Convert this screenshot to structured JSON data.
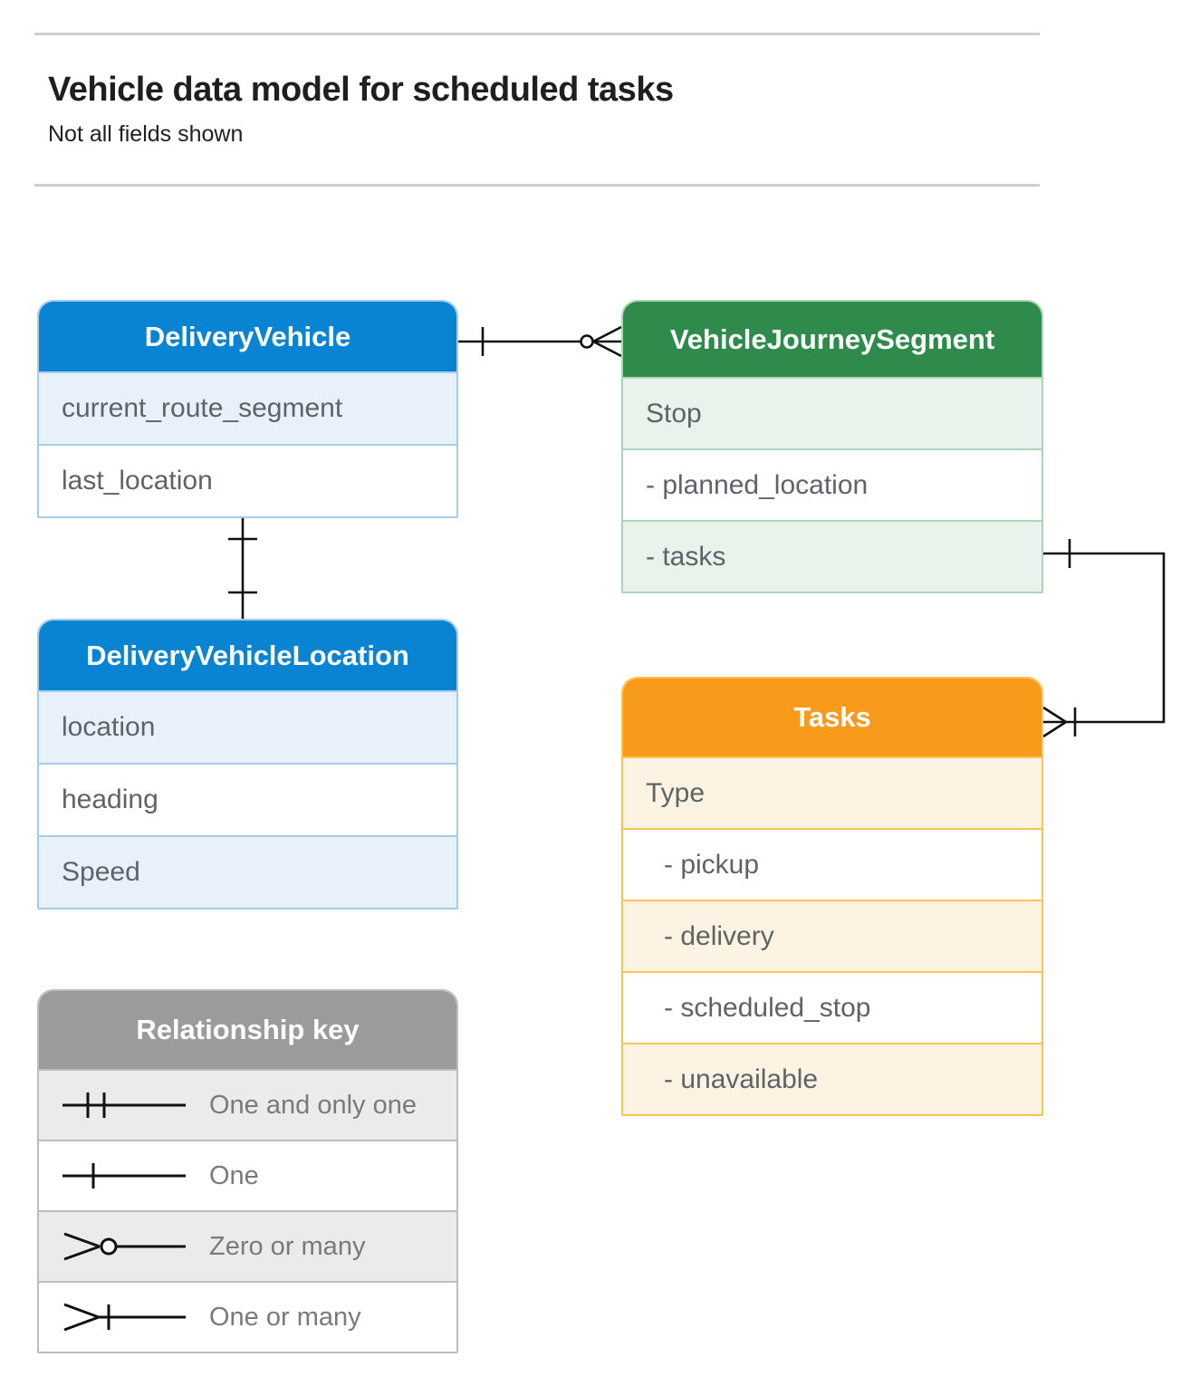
{
  "page": {
    "title": "Vehicle data model for scheduled tasks",
    "subtitle": "Not all fields shown"
  },
  "entities": {
    "delivery_vehicle": {
      "title": "DeliveryVehicle",
      "rows": [
        "current_route_segment",
        "last_location"
      ]
    },
    "vehicle_journey_segment": {
      "title": "VehicleJourneySegment",
      "rows": [
        "Stop",
        "- planned_location",
        "- tasks"
      ]
    },
    "delivery_vehicle_location": {
      "title": "DeliveryVehicleLocation",
      "rows": [
        "location",
        "heading",
        "Speed"
      ]
    },
    "tasks": {
      "title": "Tasks",
      "rows": [
        "Type",
        "- pickup",
        "- delivery",
        "- scheduled_stop",
        "- unavailable"
      ]
    }
  },
  "relationship_key": {
    "title": "Relationship key",
    "items": [
      {
        "symbol": "one-and-only-one",
        "label": "One and only one"
      },
      {
        "symbol": "one",
        "label": "One"
      },
      {
        "symbol": "zero-or-many",
        "label": "Zero or many"
      },
      {
        "symbol": "one-or-many",
        "label": "One or many"
      }
    ]
  },
  "relationships": [
    {
      "from": "DeliveryVehicle",
      "from_cardinality": "one",
      "to": "VehicleJourneySegment",
      "to_cardinality": "zero-or-many"
    },
    {
      "from": "DeliveryVehicle",
      "from_cardinality": "one",
      "to": "DeliveryVehicleLocation",
      "to_cardinality": "one"
    },
    {
      "from": "VehicleJourneySegment.tasks",
      "from_cardinality": "one",
      "to": "Tasks",
      "to_cardinality": "one-or-many"
    }
  ],
  "colors": {
    "blue_header": "#0884d3",
    "blue_tint": "#e7f0fb",
    "blue_border": "#a7cbea",
    "green_header": "#2f8b4c",
    "green_tint": "#e9f3ec",
    "green_border": "#acd4b6",
    "orange_header": "#f89b1d",
    "orange_tint": "#fdf3e2",
    "orange_border": "#fbc353",
    "gray_header": "#9b9b9b",
    "gray_tint": "#ebebeb",
    "row_text": "#5f6368",
    "connector": "#111111"
  }
}
